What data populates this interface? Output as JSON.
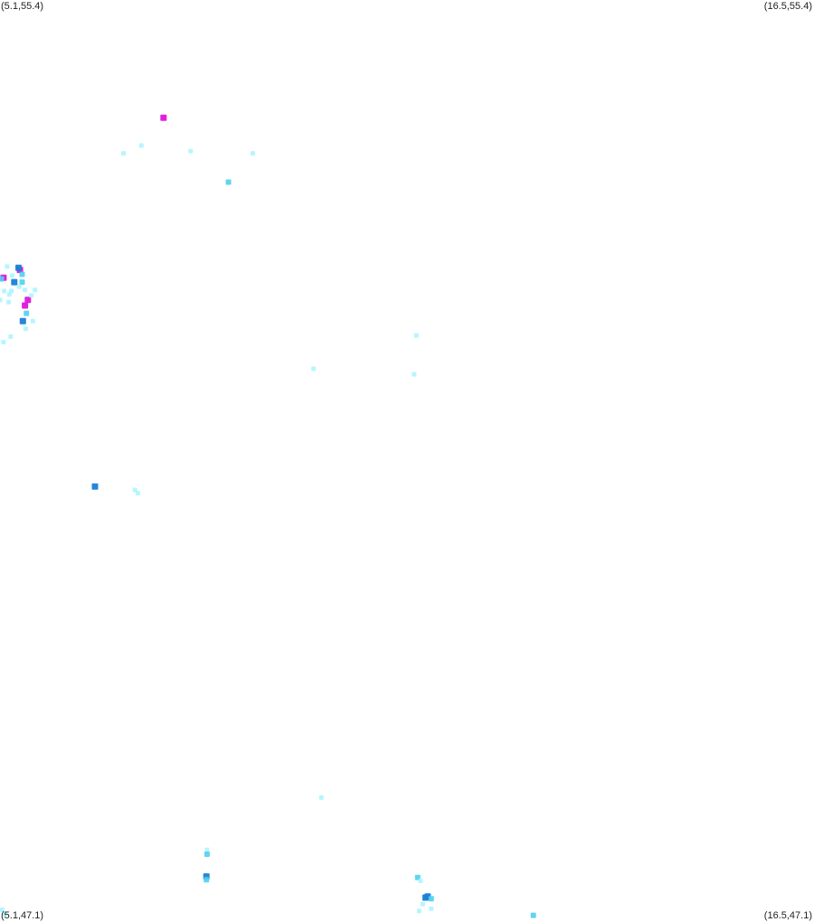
{
  "corners": {
    "top_left": "(5.1,55.4)",
    "top_right": "(16.5,55.4)",
    "bottom_left": "(5.1,47.1)",
    "bottom_right": "(16.5,47.1)"
  },
  "bounds": {
    "lon_min": 5.1,
    "lon_max": 16.5,
    "lat_min": 47.1,
    "lat_max": 55.4
  },
  "colors": {
    "background": "#ffffff",
    "low": "#a8f4ff",
    "medium": "#4fd0f0",
    "high": "#1a7fd8",
    "peak": "#e020e0"
  },
  "points": [
    {
      "lon": 7.39,
      "lat": 54.34,
      "level": "peak"
    },
    {
      "lon": 7.08,
      "lat": 54.09,
      "level": "low"
    },
    {
      "lon": 6.83,
      "lat": 54.02,
      "level": "low"
    },
    {
      "lon": 7.77,
      "lat": 54.04,
      "level": "low"
    },
    {
      "lon": 8.64,
      "lat": 54.02,
      "level": "low"
    },
    {
      "lon": 8.3,
      "lat": 53.76,
      "level": "medium"
    },
    {
      "lon": 5.2,
      "lat": 53.0,
      "level": "low"
    },
    {
      "lon": 5.38,
      "lat": 52.97,
      "level": "peak"
    },
    {
      "lon": 5.36,
      "lat": 52.99,
      "level": "high"
    },
    {
      "lon": 5.3,
      "lat": 52.86,
      "level": "high"
    },
    {
      "lon": 5.12,
      "lat": 52.89,
      "level": "low"
    },
    {
      "lon": 5.16,
      "lat": 52.78,
      "level": "low"
    },
    {
      "lon": 5.27,
      "lat": 52.92,
      "level": "low"
    },
    {
      "lon": 5.41,
      "lat": 52.86,
      "level": "medium"
    },
    {
      "lon": 5.37,
      "lat": 52.82,
      "level": "low"
    },
    {
      "lon": 5.26,
      "lat": 52.78,
      "level": "low"
    },
    {
      "lon": 5.23,
      "lat": 52.75,
      "level": "low"
    },
    {
      "lon": 5.15,
      "lat": 52.9,
      "level": "peak"
    },
    {
      "lon": 5.12,
      "lat": 52.89,
      "level": "medium"
    },
    {
      "lon": 5.45,
      "lat": 52.79,
      "level": "low"
    },
    {
      "lon": 5.41,
      "lat": 52.93,
      "level": "medium"
    },
    {
      "lon": 5.59,
      "lat": 52.79,
      "level": "low"
    },
    {
      "lon": 5.49,
      "lat": 52.7,
      "level": "peak"
    },
    {
      "lon": 5.54,
      "lat": 52.74,
      "level": "low"
    },
    {
      "lon": 5.45,
      "lat": 52.65,
      "level": "peak"
    },
    {
      "lon": 5.47,
      "lat": 52.58,
      "level": "medium"
    },
    {
      "lon": 5.42,
      "lat": 52.51,
      "level": "high"
    },
    {
      "lon": 5.56,
      "lat": 52.51,
      "level": "low"
    },
    {
      "lon": 5.46,
      "lat": 52.44,
      "level": "low"
    },
    {
      "lon": 5.1,
      "lat": 52.7,
      "level": "low"
    },
    {
      "lon": 5.22,
      "lat": 52.68,
      "level": "low"
    },
    {
      "lon": 5.25,
      "lat": 52.37,
      "level": "low"
    },
    {
      "lon": 5.15,
      "lat": 52.32,
      "level": "low"
    },
    {
      "lon": 10.93,
      "lat": 52.38,
      "level": "low"
    },
    {
      "lon": 9.49,
      "lat": 52.08,
      "level": "low"
    },
    {
      "lon": 10.9,
      "lat": 52.03,
      "level": "low"
    },
    {
      "lon": 6.43,
      "lat": 51.02,
      "level": "high"
    },
    {
      "lon": 6.99,
      "lat": 50.99,
      "level": "low"
    },
    {
      "lon": 7.03,
      "lat": 50.96,
      "level": "low"
    },
    {
      "lon": 9.6,
      "lat": 48.22,
      "level": "low"
    },
    {
      "lon": 8.0,
      "lat": 47.75,
      "level": "low"
    },
    {
      "lon": 8.0,
      "lat": 47.71,
      "level": "medium"
    },
    {
      "lon": 7.99,
      "lat": 47.51,
      "level": "high"
    },
    {
      "lon": 7.99,
      "lat": 47.48,
      "level": "medium"
    },
    {
      "lon": 10.95,
      "lat": 47.5,
      "level": "medium"
    },
    {
      "lon": 10.99,
      "lat": 47.47,
      "level": "low"
    },
    {
      "lon": 11.06,
      "lat": 47.32,
      "level": "high"
    },
    {
      "lon": 11.09,
      "lat": 47.33,
      "level": "high"
    },
    {
      "lon": 11.14,
      "lat": 47.31,
      "level": "medium"
    },
    {
      "lon": 11.02,
      "lat": 47.26,
      "level": "low"
    },
    {
      "lon": 11.14,
      "lat": 47.22,
      "level": "low"
    },
    {
      "lon": 10.97,
      "lat": 47.2,
      "level": "low"
    },
    {
      "lon": 12.57,
      "lat": 47.16,
      "level": "medium"
    },
    {
      "lon": 5.13,
      "lat": 47.21,
      "level": "low"
    },
    {
      "lon": 5.17,
      "lat": 47.17,
      "level": "low"
    }
  ]
}
